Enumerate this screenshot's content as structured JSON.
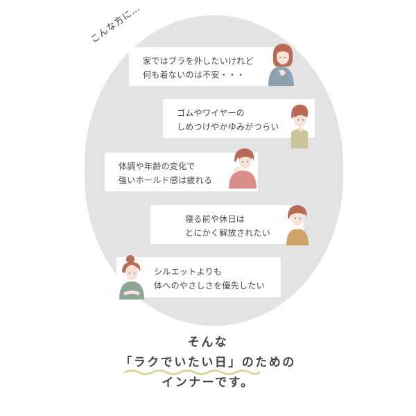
{
  "intro": "こんな方に…",
  "bubbles": [
    {
      "line1": "家ではブラを外したいけれど",
      "line2": "何も着ないのは不安・・・"
    },
    {
      "line1": "ゴムやワイヤーの",
      "line2": "しめつけやかゆみがつらい"
    },
    {
      "line1": "体調や年齢の変化で",
      "line2": "強いホールド感は疲れる"
    },
    {
      "line1": "寝る前や休日は",
      "line2": "とにかく解放されたい"
    },
    {
      "line1": "シルエットよりも",
      "line2": "体へのやさしさを優先したい"
    }
  ],
  "headline": {
    "line1": "そんな",
    "line2": "「ラクでいたい日」のための",
    "line3": "インナーです。"
  },
  "colors": {
    "blob": "#e3e3e6",
    "hair": "#b86a55",
    "shirt_blue": "#8ba1b2",
    "shirt_khaki": "#c9c79a",
    "shirt_pink": "#d98e8a",
    "shirt_mustard": "#cfa469",
    "shirt_green": "#8ea596",
    "wave": "#dad69c"
  }
}
